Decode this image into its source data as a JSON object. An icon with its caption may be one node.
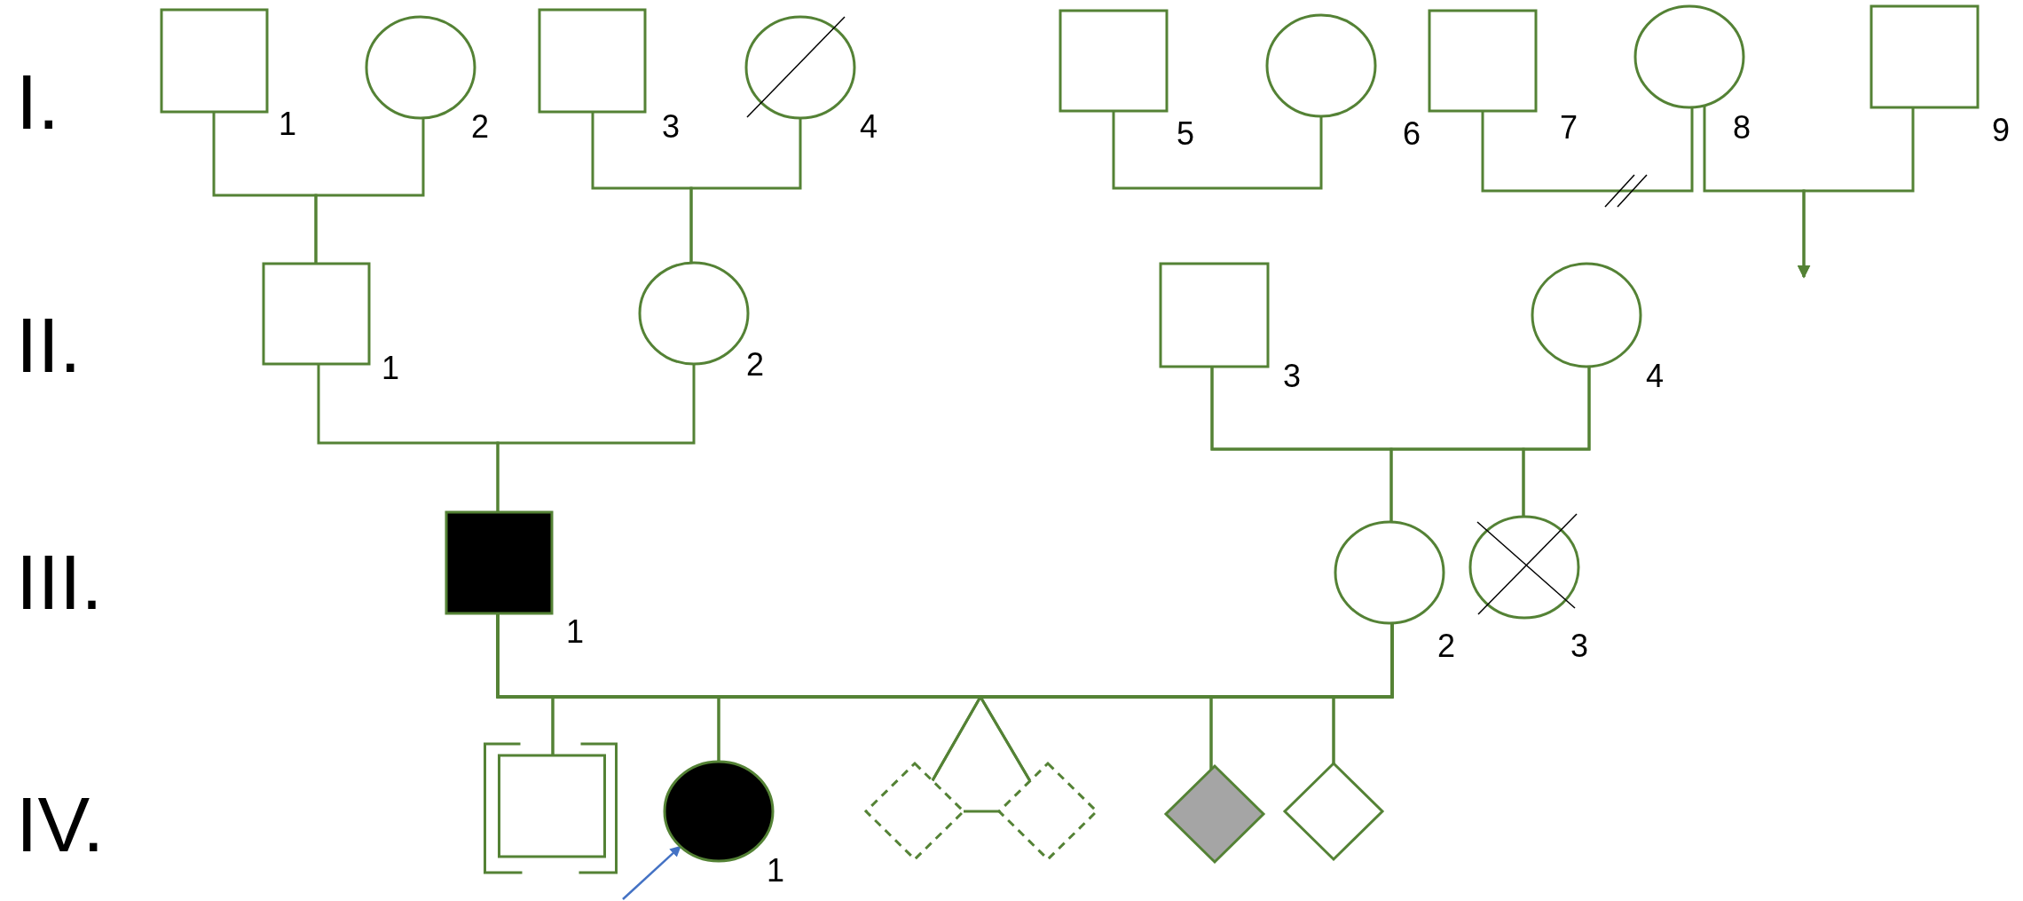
{
  "diagram": {
    "nodes": [
      {
        "text": [],
        "shape": "box",
        "beside": [
          "1"
        ]
      },
      {
        "text": [],
        "shape": "circle",
        "beside": [
          "2"
        ]
      },
      {
        "text": [],
        "shape": "box",
        "beside": [
          "3"
        ]
      },
      {
        "text": [],
        "shape": "circle",
        "beside": [
          "4"
        ]
      },
      {
        "text": [],
        "shape": "box",
        "beside": [
          "5"
        ]
      },
      {
        "text": [],
        "shape": "circle",
        "beside": [
          "6"
        ]
      },
      {
        "text": [],
        "shape": "box",
        "beside": [
          "7"
        ]
      },
      {
        "text": [],
        "shape": "circle",
        "beside": [
          "8"
        ]
      },
      {
        "text": [],
        "shape": "box",
        "beside": [
          "9"
        ]
      },
      {
        "text": [],
        "shape": "box",
        "beside": [
          "1"
        ]
      },
      {
        "text": [],
        "shape": "circle",
        "beside": [
          "2"
        ]
      },
      {
        "text": [],
        "shape": "box",
        "beside": [
          "3"
        ]
      },
      {
        "text": [],
        "shape": "circle",
        "beside": [
          "4"
        ]
      },
      {
        "text": [],
        "shape": "box",
        "beside": [
          "1"
        ]
      },
      {
        "text": [],
        "shape": "circle",
        "beside": [
          "2"
        ]
      },
      {
        "text": [],
        "shape": "circle",
        "beside": [
          "3"
        ]
      },
      {
        "text": [],
        "shape": "box"
      },
      {
        "text": [],
        "shape": "circle",
        "beside": [
          "1"
        ]
      },
      {
        "text": [],
        "shape": "diamond"
      },
      {
        "text": [],
        "shape": "diamond"
      },
      {
        "text": [],
        "shape": "diamond"
      },
      {
        "text": [],
        "shape": "diamond"
      }
    ],
    "edges": [
      {
        "from": 0,
        "to": 9,
        "arrow": "none"
      },
      {
        "from": 1,
        "to": 9,
        "arrow": "none"
      },
      {
        "from": 2,
        "to": 10,
        "arrow": "none"
      },
      {
        "from": 3,
        "to": 10,
        "arrow": "none"
      },
      {
        "from": 4,
        "to": 5,
        "arrow": "none"
      },
      {
        "from": 6,
        "to": 7,
        "arrow": "none"
      },
      {
        "from": 7,
        "to": null,
        "arrow": "to"
      },
      {
        "from": 8,
        "to": null,
        "arrow": "to"
      },
      {
        "from": 9,
        "to": 13,
        "arrow": "none"
      },
      {
        "from": 10,
        "to": 13,
        "arrow": "none"
      },
      {
        "from": 11,
        "to": 14,
        "arrow": "none"
      },
      {
        "from": 12,
        "to": 14,
        "arrow": "none"
      },
      {
        "from": 11,
        "to": 15,
        "arrow": "none"
      },
      {
        "from": 12,
        "to": 15,
        "arrow": "none"
      },
      {
        "from": 13,
        "to": 16,
        "arrow": "none"
      },
      {
        "from": 13,
        "to": 17,
        "arrow": "none"
      },
      {
        "from": 13,
        "to": 18,
        "arrow": "none"
      },
      {
        "from": 13,
        "to": 19,
        "arrow": "none"
      },
      {
        "from": 13,
        "to": 20,
        "arrow": "none"
      },
      {
        "from": 13,
        "to": 21,
        "arrow": "none"
      },
      {
        "from": 14,
        "to": 16,
        "arrow": "none"
      },
      {
        "from": 14,
        "to": 17,
        "arrow": "none"
      },
      {
        "from": 14,
        "to": 18,
        "arrow": "none"
      },
      {
        "from": 14,
        "to": 19,
        "arrow": "none"
      },
      {
        "from": 14,
        "to": 20,
        "arrow": "none"
      },
      {
        "from": 14,
        "to": 21,
        "arrow": "none"
      },
      {
        "from": 18,
        "to": 19,
        "arrow": "none"
      },
      {
        "from": null,
        "to": 17,
        "arrow": "to",
        "color": "#4472c4"
      }
    ],
    "labels": [
      "I.",
      "II.",
      "III.",
      "IV."
    ]
  }
}
